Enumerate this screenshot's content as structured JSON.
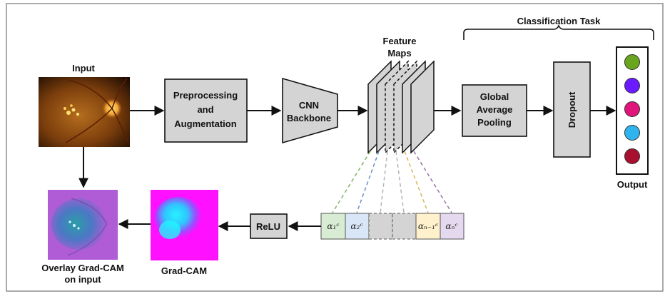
{
  "labels": {
    "input": "Input",
    "preprocessing": [
      "Preprocessing",
      "and",
      "Augmentation"
    ],
    "cnn": [
      "CNN",
      "Backbone"
    ],
    "feature_maps": [
      "Feature",
      "Maps"
    ],
    "classification_task": "Classification Task",
    "gap": [
      "Global",
      "Average",
      "Pooling"
    ],
    "dropout": "Dropout",
    "output": "Output",
    "relu": "ReLU",
    "gradcam": "Grad-CAM",
    "overlay": [
      "Overlay Grad-CAM",
      "on input"
    ]
  },
  "weights": [
    "α₁ᶜ",
    "α₂ᶜ",
    "",
    "",
    "αₙ₋₁ᶜ",
    "αₙᶜ"
  ],
  "colors": {
    "output_nodes": [
      "#6aa51e",
      "#6a1aff",
      "#e0147a",
      "#30b4ee",
      "#a8102e"
    ],
    "weight_cells": [
      "#d7ecd2",
      "#d9e6f8",
      "#d4d4d4",
      "#d4d4d4",
      "#fff1cc",
      "#e4d9ee"
    ],
    "dashed_links": [
      "#82b366",
      "#6c8ebf",
      "#b3b3b3",
      "#b3b3b3",
      "#d6b656",
      "#9673a6"
    ],
    "arrow": "#111111",
    "box_fill": "#d4d4d4"
  }
}
